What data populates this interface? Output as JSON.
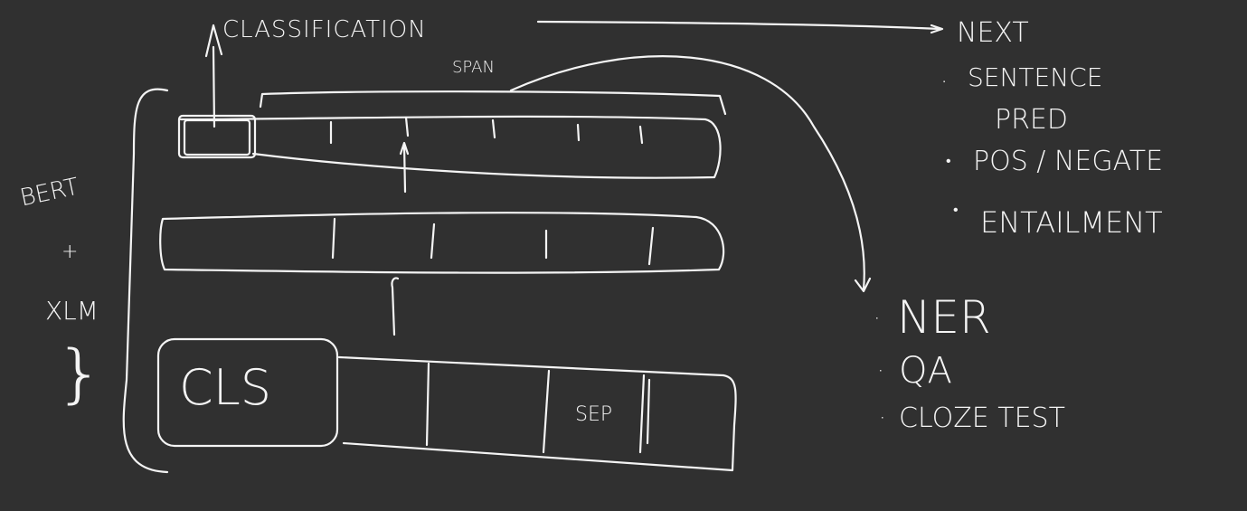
{
  "canvas": {
    "background": "#303030",
    "ink": "#f4f4f4"
  },
  "labels": {
    "classification": "CLASSIFICATION",
    "span": "SPAN",
    "model_line1": "BERT",
    "model_plus": "+",
    "model_line2": "XLM",
    "cls_token": "CLS",
    "sep_token": "SEP"
  },
  "nsp_tasks": {
    "heading": "NEXT",
    "items": [
      {
        "bullet": ".",
        "text": "SENTENCE"
      },
      {
        "bullet": "",
        "text": "PRED"
      },
      {
        "bullet": "•",
        "text": "POS / NEGATE"
      },
      {
        "bullet": "•",
        "text": "ENTAILMENT"
      }
    ]
  },
  "span_tasks": {
    "items": [
      {
        "bullet": "·",
        "text": "NER"
      },
      {
        "bullet": "·",
        "text": "QA"
      },
      {
        "bullet": "·",
        "text": "CLOZE TEST"
      }
    ]
  }
}
